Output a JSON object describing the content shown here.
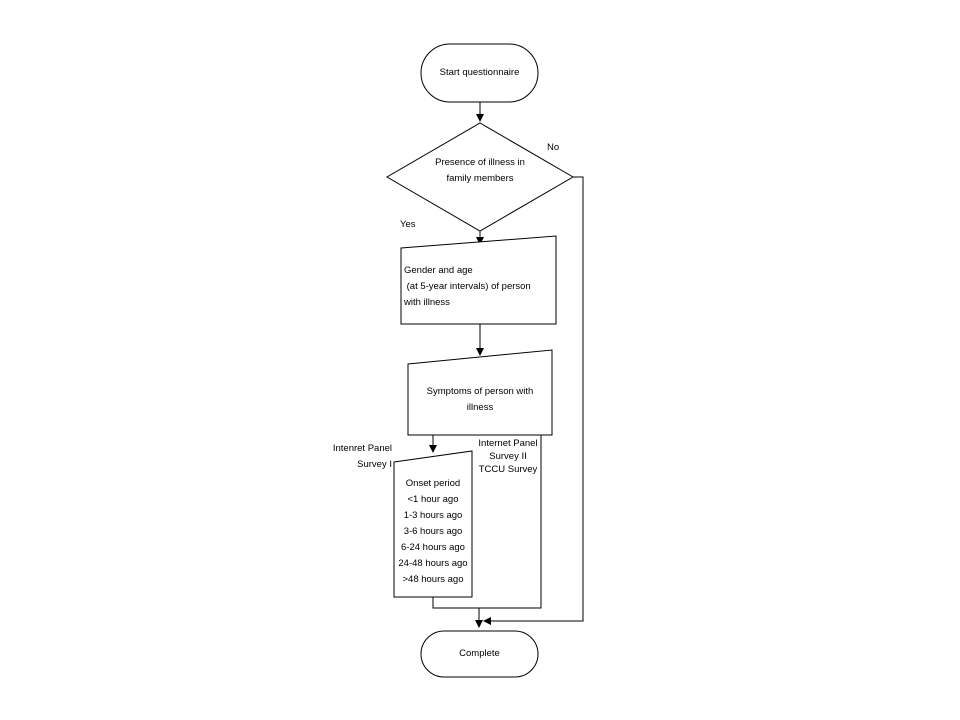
{
  "nodes": {
    "start": "Start questionnaire",
    "decision": [
      "Presence of illness in",
      "family members"
    ],
    "gender_age": [
      "Gender and age",
      " (at 5-year intervals) of person",
      "with illness"
    ],
    "symptoms": [
      "Symptoms of person with",
      "illness"
    ],
    "onset": [
      "Onset period",
      "<1 hour ago",
      "1-3 hours ago",
      "3-6 hours ago",
      "6-24 hours ago",
      "24-48 hours ago",
      ">48 hours ago"
    ],
    "complete": "Complete"
  },
  "edge_labels": {
    "no": "No",
    "yes": "Yes",
    "panel_one": [
      "Intenret Panel",
      "Survey I"
    ],
    "panel_two": [
      "Internet Panel",
      "Survey II",
      "TCCU Survey"
    ]
  },
  "colors": {
    "stroke": "#000000",
    "fill": "#ffffff"
  }
}
